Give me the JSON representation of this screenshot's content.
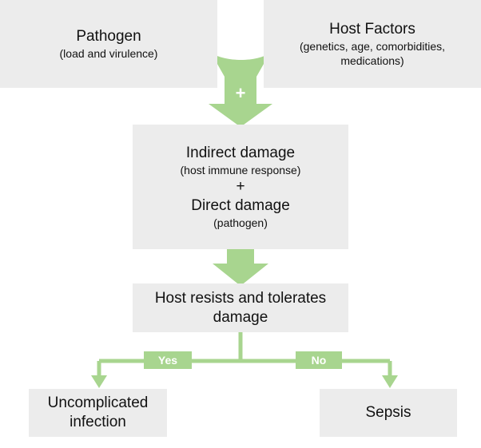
{
  "pathogen": {
    "title": "Pathogen",
    "subtitle": "(load and virulence)"
  },
  "host_factors": {
    "title": "Host Factors",
    "subtitle_line1": "(genetics, age, comorbidities,",
    "subtitle_line2": "medications)"
  },
  "plus_sign": "+",
  "damage": {
    "indirect": "Indirect damage",
    "indirect_note": "(host immune response)",
    "plus": "+",
    "direct": "Direct damage",
    "direct_note": "(pathogen)"
  },
  "host_resists": {
    "line1": "Host resists and tolerates",
    "line2": "damage"
  },
  "branches": {
    "yes": "Yes",
    "no": "No"
  },
  "outcomes": {
    "uncomplicated_line1": "Uncomplicated",
    "uncomplicated_line2": "infection",
    "sepsis": "Sepsis"
  },
  "colors": {
    "arrow_green": "#a8d58f",
    "box_gray": "#ececec"
  }
}
